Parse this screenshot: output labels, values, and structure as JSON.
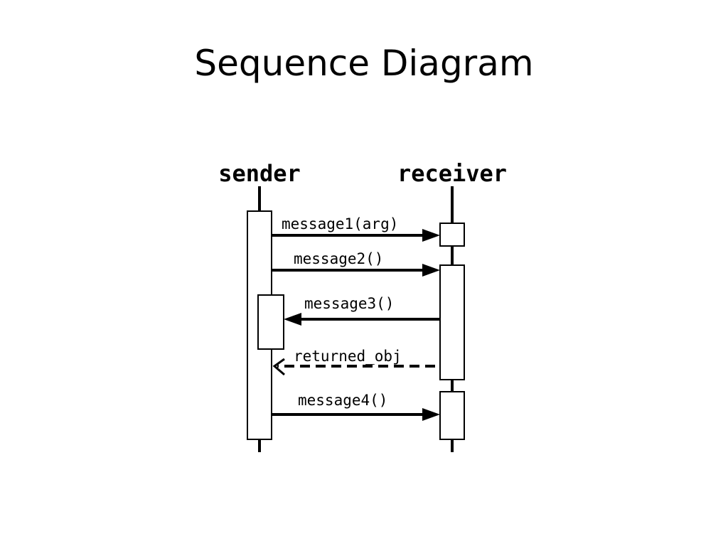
{
  "slide": {
    "title": "Sequence Diagram"
  },
  "diagram": {
    "participants": {
      "sender": "sender",
      "receiver": "receiver"
    },
    "messages": {
      "m1": "message1(arg)",
      "m2": "message2()",
      "m3": "message3()",
      "ret": "returned_obj",
      "m4": "message4()"
    },
    "colors": {
      "ink": "#000000",
      "activation_fill": "#ffffff"
    }
  }
}
